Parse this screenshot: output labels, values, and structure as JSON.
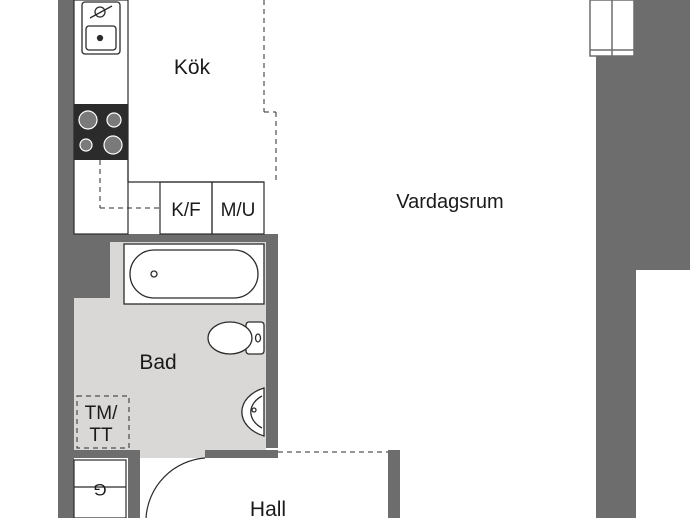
{
  "rooms": {
    "kitchen": "Kök",
    "living": "Vardagsrum",
    "bathroom": "Bad",
    "hall": "Hall"
  },
  "appliances": {
    "fridge_freezer": "K/F",
    "microwave_oven": "M/U",
    "washer_dryer_line1": "TM/",
    "washer_dryer_line2": "TT",
    "wardrobe_symbol": "G"
  },
  "colors": {
    "wall": "#6d6d6d",
    "bathroom_floor": "#d9d8d6",
    "line": "#2b2b2b"
  }
}
